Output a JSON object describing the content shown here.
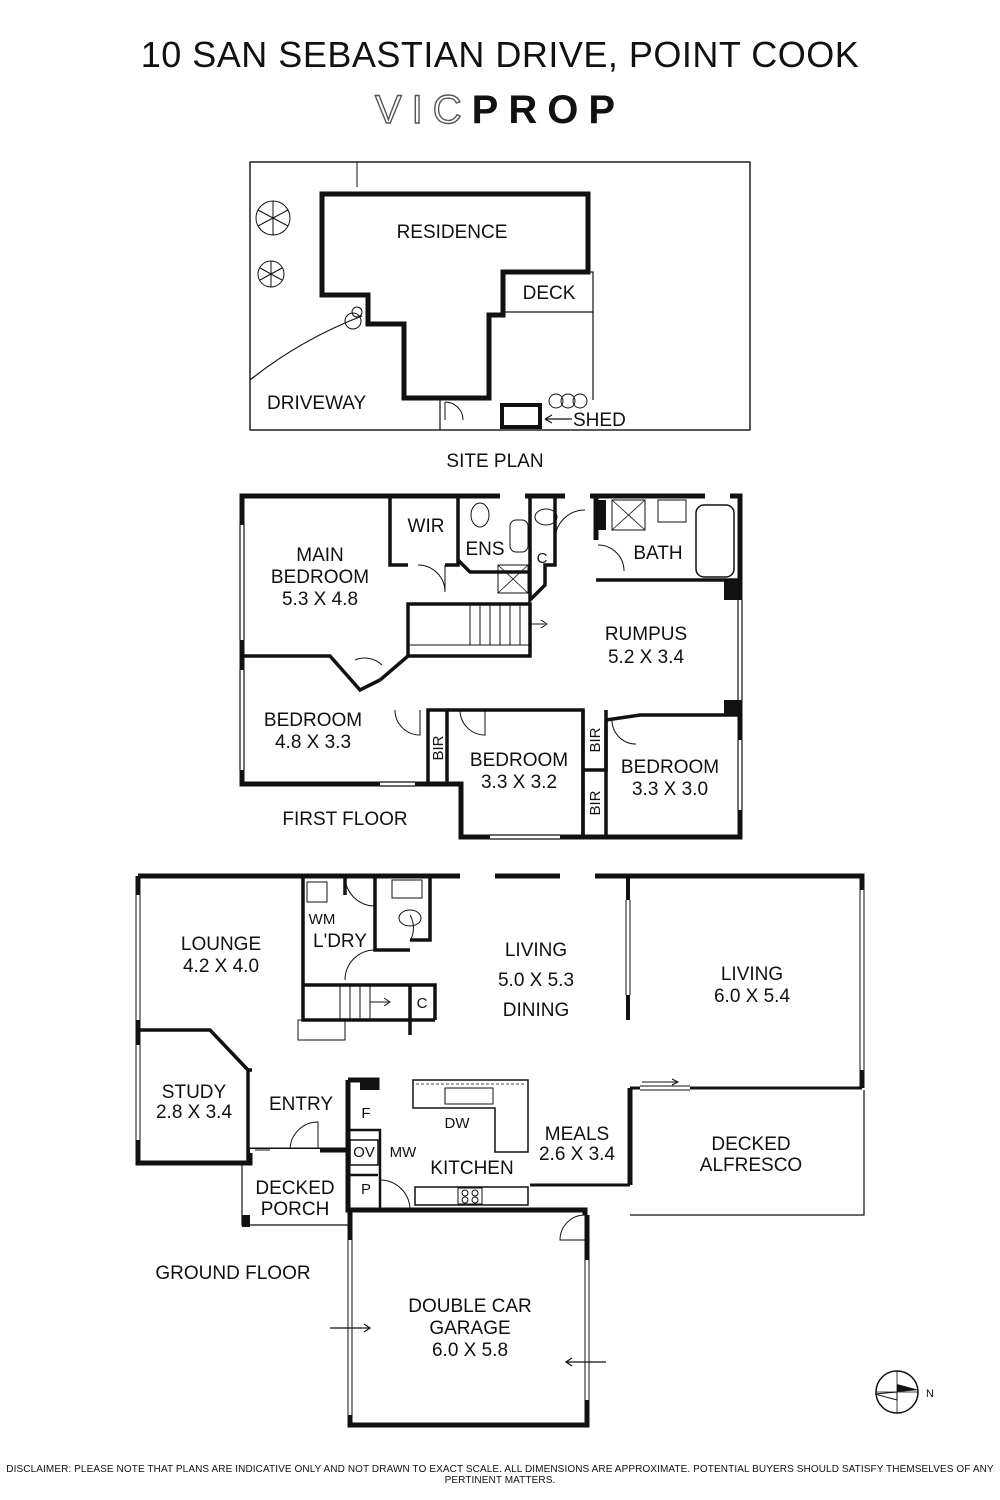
{
  "header": {
    "address": "10 SAN SEBASTIAN DRIVE, POINT COOK",
    "brand_light": "VIC",
    "brand_bold": "PROP"
  },
  "site_plan": {
    "title": "SITE PLAN",
    "labels": {
      "residence": "RESIDENCE",
      "deck": "DECK",
      "driveway": "DRIVEWAY",
      "shed": "SHED"
    }
  },
  "first_floor": {
    "title": "FIRST FLOOR",
    "rooms": {
      "main_bedroom_1": "MAIN",
      "main_bedroom_2": "BEDROOM",
      "main_bedroom_size": "5.3 X 4.8",
      "wir": "WIR",
      "ens": "ENS",
      "c": "C",
      "bath": "BATH",
      "rumpus": "RUMPUS",
      "rumpus_size": "5.2 X 3.4",
      "bedroom2": "BEDROOM",
      "bedroom2_size": "4.8 X 3.3",
      "bir1": "BIR",
      "bedroom3": "BEDROOM",
      "bedroom3_size": "3.3 X 3.2",
      "bir2": "BIR",
      "bir3": "BIR",
      "bedroom4": "BEDROOM",
      "bedroom4_size": "3.3 X 3.0"
    }
  },
  "ground_floor": {
    "title": "GROUND FLOOR",
    "rooms": {
      "lounge": "LOUNGE",
      "lounge_size": "4.2 X 4.0",
      "wm": "WM",
      "ldry": "L'DRY",
      "c": "C",
      "living1": "LIVING",
      "living1_size": "5.0 X 5.3",
      "dining": "DINING",
      "living2": "LIVING",
      "living2_size": "6.0 X 5.4",
      "study": "STUDY",
      "study_size": "2.8 X 3.4",
      "entry": "ENTRY",
      "f": "F",
      "dw": "DW",
      "ov": "OV",
      "mw": "MW",
      "meals": "MEALS",
      "meals_size": "2.6 X 3.4",
      "kitchen": "KITCHEN",
      "decked_alfresco_1": "DECKED",
      "decked_alfresco_2": "ALFRESCO",
      "decked_porch_1": "DECKED",
      "decked_porch_2": "PORCH",
      "p": "P",
      "garage_1": "DOUBLE CAR",
      "garage_2": "GARAGE",
      "garage_size": "6.0 X 5.8"
    }
  },
  "compass": {
    "direction": "N"
  },
  "disclaimer": "DISCLAIMER: PLEASE NOTE THAT PLANS ARE INDICATIVE ONLY AND NOT DRAWN TO EXACT SCALE. ALL DIMENSIONS ARE APPROXIMATE. POTENTIAL BUYERS SHOULD SATISFY THEMSELVES OF ANY PERTINENT MATTERS."
}
